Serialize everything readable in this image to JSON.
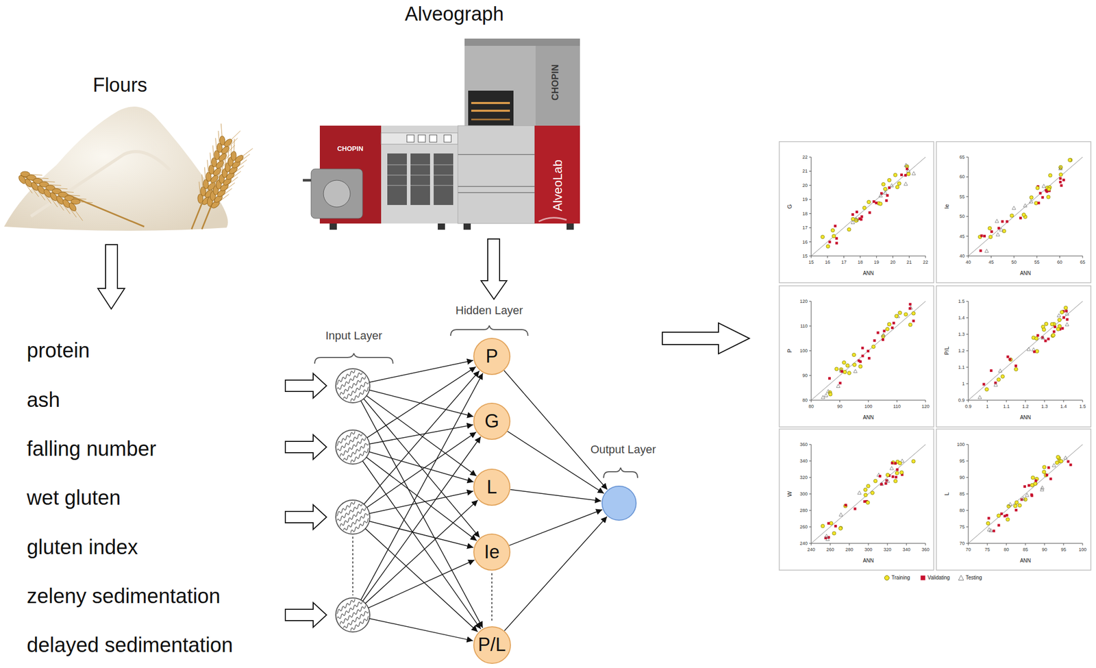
{
  "diagram": {
    "nodes": [
      {
        "text": [
          "P"
        ]
      },
      {
        "text": [
          "G"
        ]
      },
      {
        "text": [
          "L"
        ]
      },
      {
        "text": [
          "Ie"
        ]
      },
      {
        "text": [
          "P/L"
        ]
      },
      {
        "text": [
          "Output Layer"
        ]
      }
    ],
    "edges": [
      {
        "from": 0,
        "to": 5,
        "arrow": "to"
      },
      {
        "from": 1,
        "to": 5,
        "arrow": "to"
      },
      {
        "from": 2,
        "to": 5,
        "arrow": "to"
      },
      {
        "from": 3,
        "to": 5,
        "arrow": "to"
      },
      {
        "from": 4,
        "to": 5,
        "arrow": "to"
      }
    ],
    "labels": [
      "Flours",
      "Alveograph",
      "CHOPIN",
      "CHOPIN",
      "AlveoLab",
      "protein",
      "ash",
      "falling number",
      "wet gluten",
      "gluten index",
      "zeleny sedimentation",
      "delayed sedimentation",
      "Input Layer",
      "Hidden Layer",
      "G",
      "ANN",
      "15",
      "16",
      "17",
      "18",
      "19",
      "20",
      "21",
      "22",
      "15",
      "16",
      "17",
      "18",
      "19",
      "20",
      "21",
      "22",
      "Ie",
      "ANN",
      "40",
      "45",
      "50",
      "55",
      "60",
      "65",
      "40",
      "45",
      "50",
      "55",
      "60",
      "65",
      "P",
      "ANN",
      "80",
      "90",
      "100",
      "110",
      "120",
      "80",
      "90",
      "100",
      "110",
      "120",
      "P/L",
      "ANN",
      "0.9",
      "1",
      "1.1",
      "1.2",
      "1.3",
      "1.4",
      "1.5",
      "0.9",
      "1",
      "1.1",
      "1.2",
      "1.3",
      "1.4",
      "1.5",
      "W",
      "ANN",
      "240",
      "260",
      "280",
      "300",
      "320",
      "340",
      "360",
      "240",
      "260",
      "280",
      "300",
      "320",
      "340",
      "360",
      "L",
      "ANN",
      "70",
      "75",
      "80",
      "85",
      "90",
      "95",
      "100",
      "70",
      "75",
      "80",
      "85",
      "90",
      "95",
      "100"
    ],
    "legend": [
      {
        "text": "Training",
        "color": "#f2e42a"
      },
      {
        "text": "Validating",
        "color": "#c8102e"
      },
      {
        "text": "Testing"
      }
    ]
  }
}
